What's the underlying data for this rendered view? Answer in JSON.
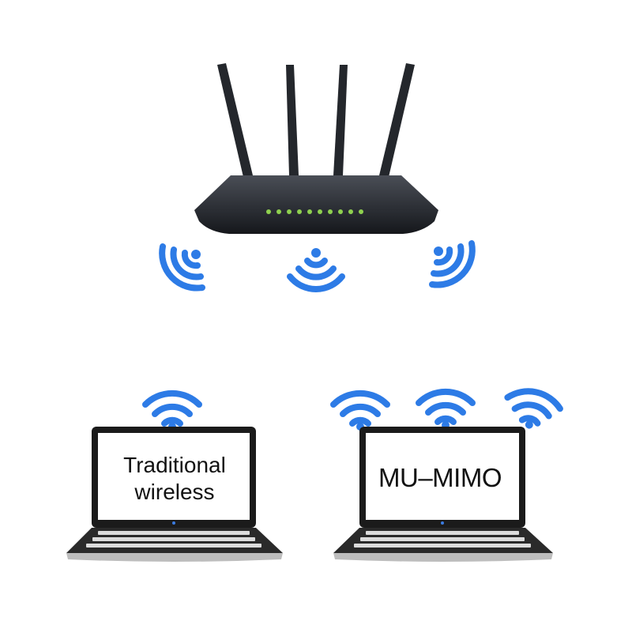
{
  "laptops": [
    {
      "id": "left",
      "label_lines": [
        "Traditional",
        "wireless"
      ]
    },
    {
      "id": "right",
      "label_lines": [
        "MU–MIMO"
      ]
    }
  ],
  "icons": {
    "router": "router-icon",
    "wifi_signal": "wifi-signal-icon",
    "laptop": "laptop-icon"
  },
  "colors": {
    "wifi_blue": "#2d7be6",
    "router_body": "#2a2d33",
    "router_led": "#8fd14f",
    "laptop_frame": "#1b1b1b",
    "screen": "#ffffff"
  }
}
